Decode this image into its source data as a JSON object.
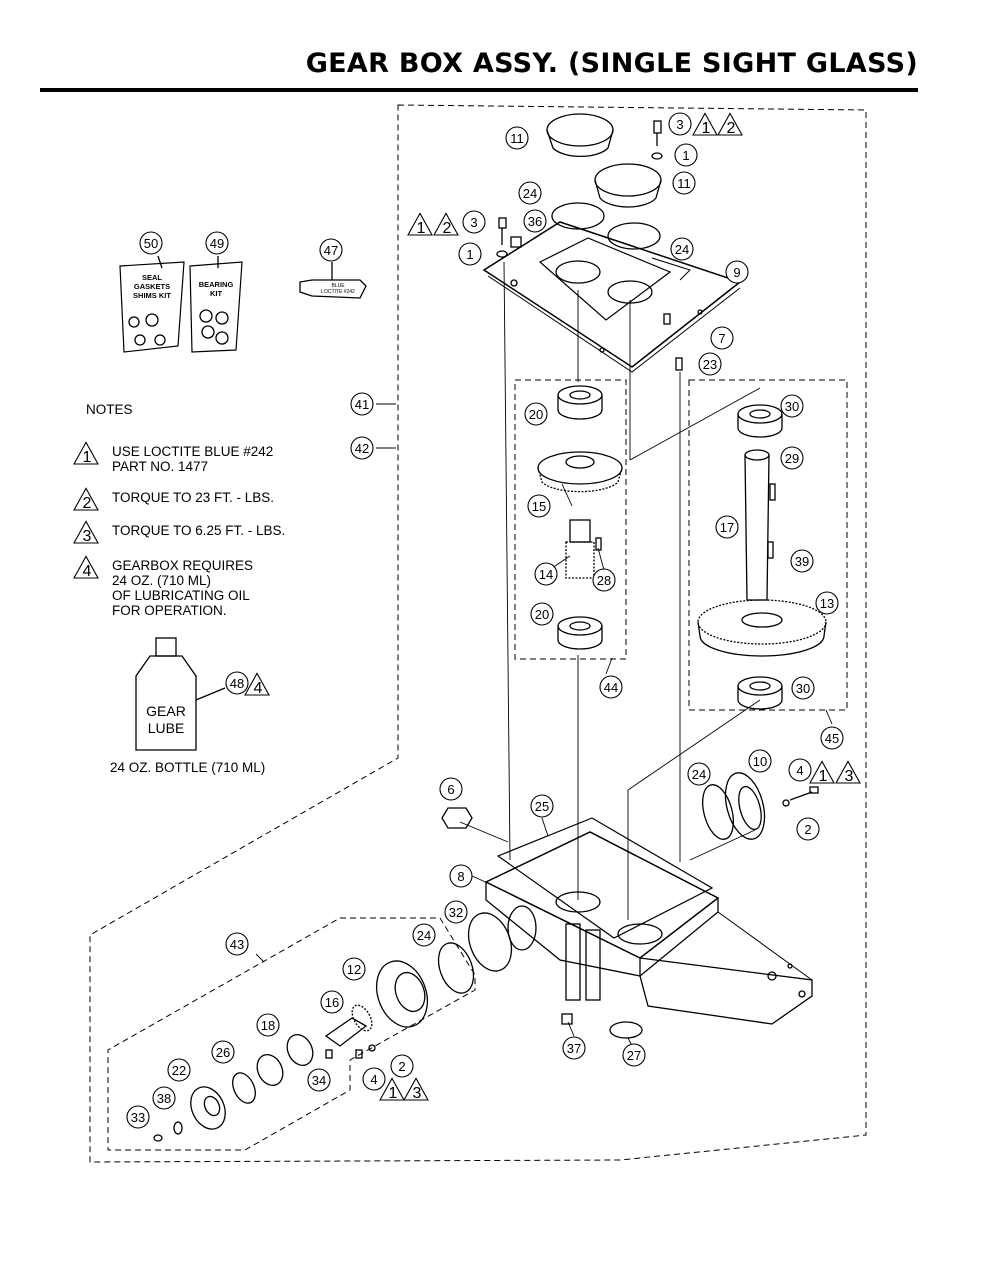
{
  "title": "GEAR BOX ASSY. (SINGLE SIGHT GLASS)",
  "notes": {
    "heading": "NOTES",
    "items": [
      {
        "num": "1",
        "lines": [
          "USE LOCTITE BLUE #242",
          "PART NO. 1477"
        ]
      },
      {
        "num": "2",
        "lines": [
          "TORQUE TO 23 FT. - LBS."
        ]
      },
      {
        "num": "3",
        "lines": [
          "TORQUE TO 6.25 FT. - LBS."
        ]
      },
      {
        "num": "4",
        "lines": [
          "GEARBOX REQUIRES",
          "24 OZ. (710 ML)",
          "OF LUBRICATING OIL",
          "FOR OPERATION."
        ]
      }
    ]
  },
  "kits": {
    "seal_kit": [
      "SEAL",
      "GASKETS",
      "SHIMS KIT"
    ],
    "bearing_kit": [
      "BEARING",
      "KIT"
    ],
    "tube_label": [
      "BLUE",
      "LOCTITE #242"
    ]
  },
  "bottle": {
    "label": [
      "GEAR",
      "LUBE"
    ],
    "caption": "24 OZ. BOTTLE (710 ML)"
  },
  "callouts": [
    {
      "id": "c1",
      "num": "11"
    },
    {
      "id": "c2",
      "num": "3"
    },
    {
      "id": "c3",
      "num": "1"
    },
    {
      "id": "c4",
      "num": "11"
    },
    {
      "id": "c5",
      "num": "24"
    },
    {
      "id": "c6",
      "num": "3"
    },
    {
      "id": "c7",
      "num": "36"
    },
    {
      "id": "c8",
      "num": "1"
    },
    {
      "id": "c9",
      "num": "24"
    },
    {
      "id": "c10",
      "num": "50"
    },
    {
      "id": "c11",
      "num": "49"
    },
    {
      "id": "c12",
      "num": "47"
    },
    {
      "id": "c13",
      "num": "9"
    },
    {
      "id": "c14",
      "num": "7"
    },
    {
      "id": "c15",
      "num": "23"
    },
    {
      "id": "c16",
      "num": "41"
    },
    {
      "id": "c17",
      "num": "42"
    },
    {
      "id": "c18",
      "num": "20"
    },
    {
      "id": "c19",
      "num": "30"
    },
    {
      "id": "c20",
      "num": "29"
    },
    {
      "id": "c21",
      "num": "15"
    },
    {
      "id": "c22",
      "num": "17"
    },
    {
      "id": "c23",
      "num": "14"
    },
    {
      "id": "c24",
      "num": "28"
    },
    {
      "id": "c25",
      "num": "39"
    },
    {
      "id": "c26",
      "num": "20"
    },
    {
      "id": "c27",
      "num": "13"
    },
    {
      "id": "c28",
      "num": "48"
    },
    {
      "id": "c29",
      "num": "44"
    },
    {
      "id": "c30",
      "num": "30"
    },
    {
      "id": "c31",
      "num": "45"
    },
    {
      "id": "c32",
      "num": "10"
    },
    {
      "id": "c33",
      "num": "24"
    },
    {
      "id": "c34",
      "num": "4"
    },
    {
      "id": "c35",
      "num": "6"
    },
    {
      "id": "c36",
      "num": "25"
    },
    {
      "id": "c37",
      "num": "2"
    },
    {
      "id": "c38",
      "num": "8"
    },
    {
      "id": "c39",
      "num": "32"
    },
    {
      "id": "c40",
      "num": "43"
    },
    {
      "id": "c41",
      "num": "24"
    },
    {
      "id": "c42",
      "num": "12"
    },
    {
      "id": "c43",
      "num": "16"
    },
    {
      "id": "c44",
      "num": "18"
    },
    {
      "id": "c45",
      "num": "26"
    },
    {
      "id": "c46",
      "num": "2"
    },
    {
      "id": "c47",
      "num": "4"
    },
    {
      "id": "c48",
      "num": "34"
    },
    {
      "id": "c49",
      "num": "22"
    },
    {
      "id": "c50",
      "num": "38"
    },
    {
      "id": "c51",
      "num": "33"
    },
    {
      "id": "c52",
      "num": "37"
    },
    {
      "id": "c53",
      "num": "27"
    }
  ],
  "flags": [
    {
      "id": "f1",
      "num": "1"
    },
    {
      "id": "f2",
      "num": "2"
    },
    {
      "id": "f3",
      "num": "1"
    },
    {
      "id": "f4",
      "num": "2"
    },
    {
      "id": "f5",
      "num": "4"
    },
    {
      "id": "f6",
      "num": "1"
    },
    {
      "id": "f7",
      "num": "3"
    },
    {
      "id": "f8",
      "num": "1"
    },
    {
      "id": "f9",
      "num": "3"
    }
  ]
}
